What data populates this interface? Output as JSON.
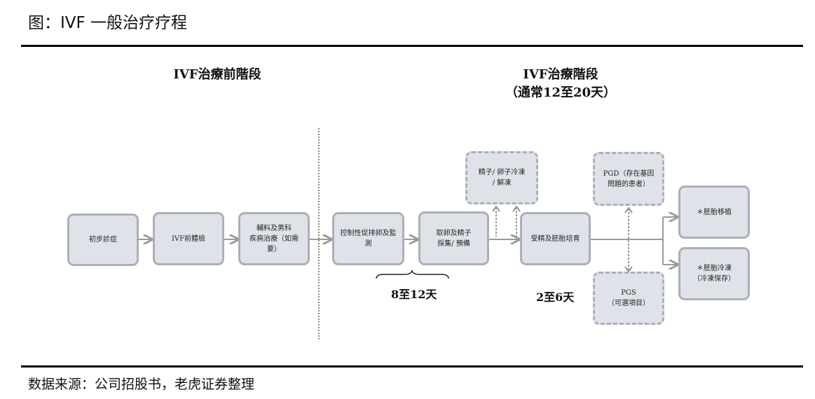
{
  "figure_title": "图：IVF 一般治疗疗程",
  "source": "数据来源：公司招股书，老虎证券整理",
  "phases": {
    "pre": "IVF治療前階段",
    "main": "IVF治療階段",
    "main_sub": "（通常12至20天）"
  },
  "boxes": {
    "initial_consult": "初步診症",
    "pre_ivf_check": "IVF前體檢",
    "adjunct_treatment": "輔料及男科\n疾病治療（如需要）",
    "ovarian_stimulation": "控制性促排卵及監測",
    "egg_sperm_retrieval": "取卵及精子\n採集/ 預備",
    "cryo_thaw": "精子/ 卵子冷凍\n/ 解凍",
    "fertilization_culture": "受精及胚胎培育",
    "pgd": "PGD（存在基因\n問題的患者）",
    "pgs": "PGS\n（可選項目）",
    "embryo_transfer": "＊胚胎移植",
    "embryo_freeze": "＊胚胎冷凍\n（冷凍保存）"
  },
  "durations": {
    "stimulation": "8至12天",
    "culture": "2至6天"
  }
}
